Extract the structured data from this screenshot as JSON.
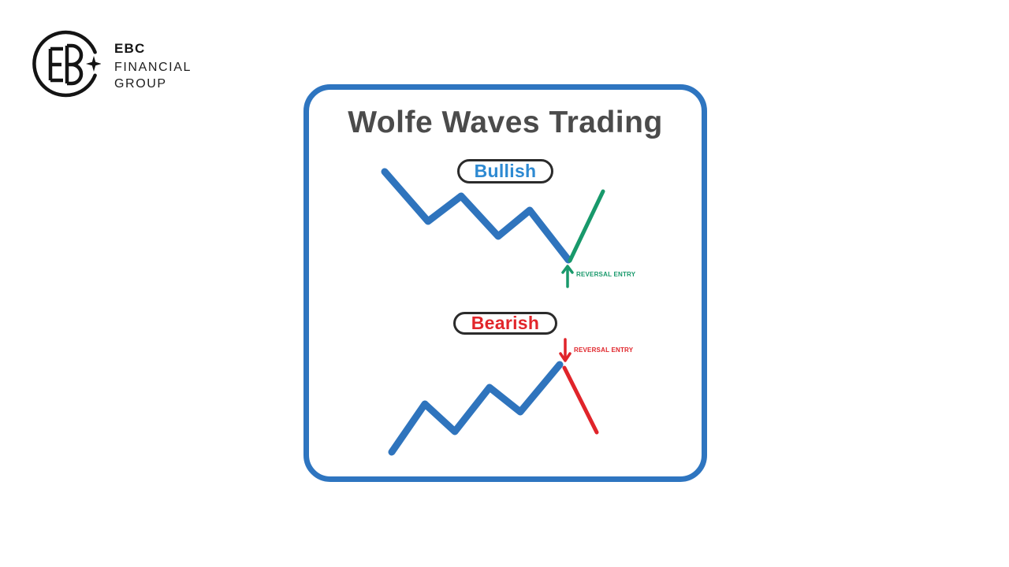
{
  "logo": {
    "company": "EBC",
    "line1": "FINANCIAL",
    "line2": "GROUP"
  },
  "card": {
    "title": "Wolfe Waves Trading"
  },
  "colors": {
    "card_border": "#2e75c0",
    "price_blue": "#2f74bd",
    "bullish_label_blue": "#2e8ad2",
    "green": "#18996b",
    "red": "#e0242a",
    "title_gray": "#4b4b4b",
    "logo_black": "#141414"
  },
  "patterns": {
    "bullish": {
      "label": "Bullish",
      "entry_label": "REVERSAL ENTRY",
      "line_points": [
        [
          488,
          218
        ],
        [
          543,
          281
        ],
        [
          585,
          249
        ],
        [
          632,
          300
        ],
        [
          672,
          267
        ],
        [
          721,
          330
        ]
      ],
      "reversal_points": [
        [
          723,
          331
        ],
        [
          765,
          243
        ]
      ],
      "arrow_shaft": [
        [
          720,
          364
        ],
        [
          720,
          340
        ]
      ],
      "arrow_head": [
        [
          714,
          346
        ],
        [
          720,
          338
        ],
        [
          726,
          346
        ]
      ]
    },
    "bearish": {
      "label": "Bearish",
      "entry_label": "REVERSAL ENTRY",
      "line_points": [
        [
          497,
          574
        ],
        [
          539,
          513
        ],
        [
          577,
          548
        ],
        [
          621,
          492
        ],
        [
          660,
          523
        ],
        [
          710,
          463
        ]
      ],
      "reversal_points": [
        [
          716,
          467
        ],
        [
          757,
          549
        ]
      ],
      "arrow_shaft": [
        [
          717,
          431
        ],
        [
          717,
          455
        ]
      ],
      "arrow_head": [
        [
          711,
          449
        ],
        [
          717,
          458
        ],
        [
          723,
          449
        ]
      ]
    }
  }
}
